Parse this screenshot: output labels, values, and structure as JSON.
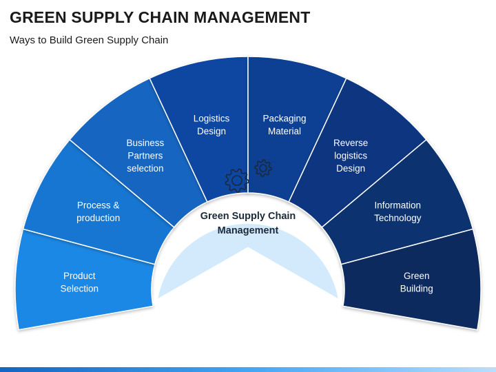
{
  "header": {
    "title": "GREEN SUPPLY CHAIN MANAGEMENT",
    "subtitle": "Ways to Build Green Supply Chain"
  },
  "center": {
    "lines": [
      "Green Supply Chain",
      "Management"
    ],
    "icon": "gears-icon"
  },
  "segments": [
    {
      "lines": [
        "Product",
        "Selection"
      ],
      "color": "#1e88e5"
    },
    {
      "lines": [
        "Process &",
        "production"
      ],
      "color": "#1976d2"
    },
    {
      "lines": [
        "Business",
        "Partners",
        "selection"
      ],
      "color": "#1565c0"
    },
    {
      "lines": [
        "Logistics",
        "Design"
      ],
      "color": "#0d47a1"
    },
    {
      "lines": [
        "Packaging",
        "Material"
      ],
      "color": "#0b3f93"
    },
    {
      "lines": [
        "Reverse",
        "logistics",
        "Design"
      ],
      "color": "#0a3680"
    },
    {
      "lines": [
        "Information",
        "Technology"
      ],
      "color": "#093070"
    },
    {
      "lines": [
        "Green",
        "Building"
      ],
      "color": "#082a5e"
    }
  ]
}
